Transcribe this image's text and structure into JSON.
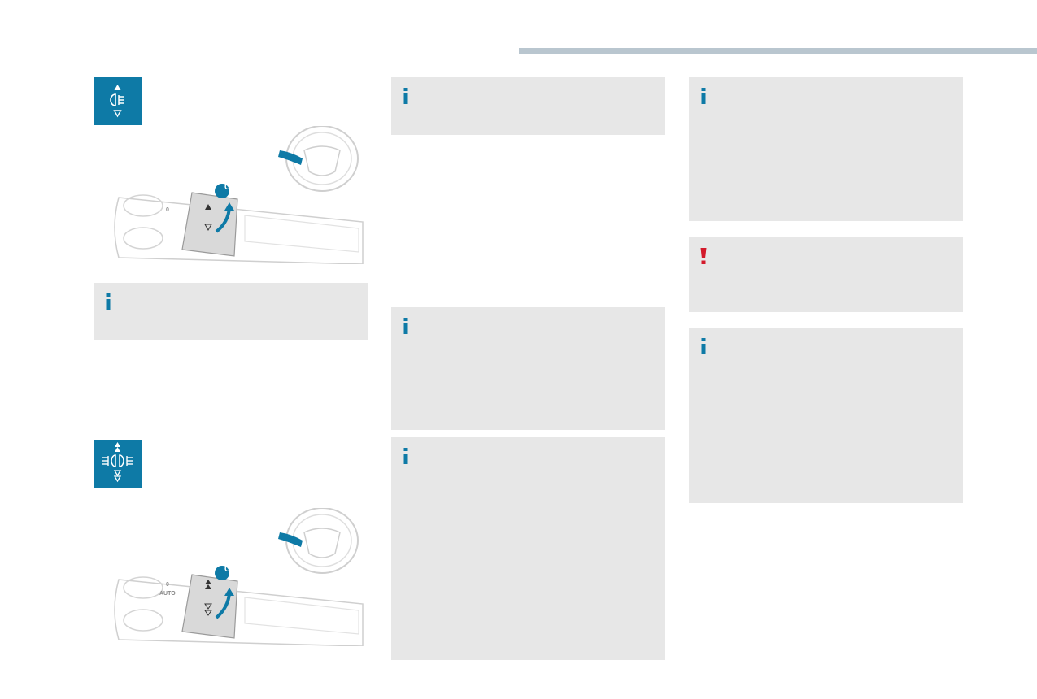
{
  "page": {
    "accent": "#0e7aa6",
    "rule_color": "#b9c6cf",
    "panel_color": "#e7e7e7",
    "warning_color": "#d31a2b"
  },
  "icons": {
    "rear_fog": "rear-fog-lamp-icon",
    "front_rear_fog": "front-and-rear-fog-lamp-icon",
    "info": "info-icon",
    "warning": "exclamation-icon"
  },
  "illustrations": {
    "stalk_1": {
      "ring_label": "C",
      "positions": [
        "0",
        "",
        ""
      ]
    },
    "stalk_2": {
      "ring_label": "C",
      "positions": [
        "0",
        "AUTO",
        "",
        ""
      ]
    }
  }
}
